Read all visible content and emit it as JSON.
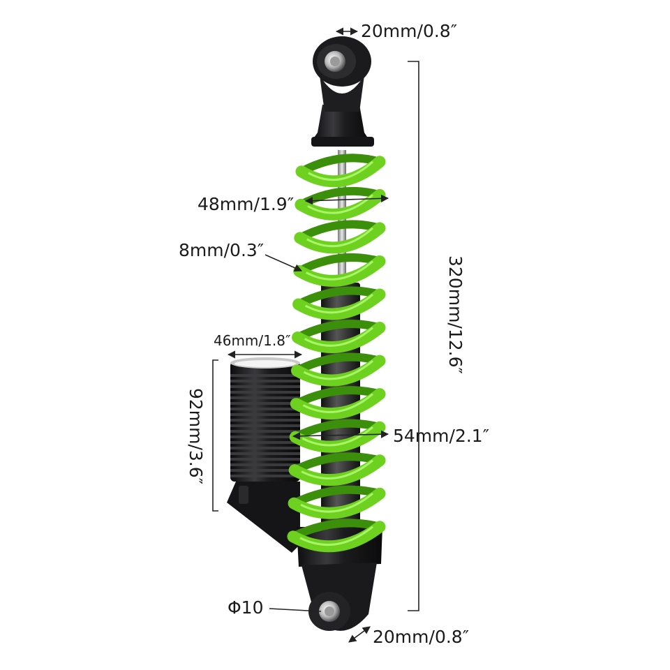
{
  "product": {
    "name": "rear shock absorber with reservoir",
    "colors": {
      "spring": "#6fd11f",
      "body": "#1c1c1e",
      "line": "#222222",
      "background": "#ffffff"
    }
  },
  "dimensions": {
    "top_eye_width": "20mm/0.8″",
    "spring_outer_diameter": "48mm/1.9″",
    "wire_thickness": "8mm/0.3″",
    "reservoir_width": "46mm/1.8″",
    "reservoir_height": "92mm/3.6″",
    "total_length": "320mm/12.6″",
    "spring_bottom_diameter": "54mm/2.1″",
    "bolt_hole": "Φ10",
    "bottom_eye_width": "20mm/0.8″"
  },
  "icons": {
    "arrow": "double-arrow-icon",
    "bracket": "dimension-bracket-icon"
  }
}
